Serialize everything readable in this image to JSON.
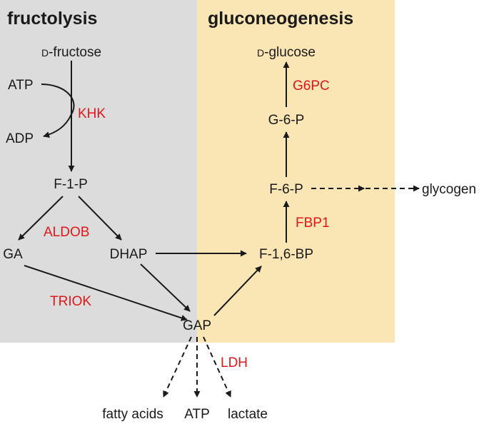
{
  "headings": {
    "fructolysis": "fructolysis",
    "gluconeogenesis": "gluconeogenesis"
  },
  "colors": {
    "fructolysis_bg": "#dcdcdc",
    "gluconeogenesis_bg": "#fae6b4",
    "enzyme": "#e0161b",
    "text": "#1a1a1a"
  },
  "metabolites": {
    "fructose_prefix": "D",
    "fructose_name": "-fructose",
    "glucose_prefix": "D",
    "glucose_name": "-glucose",
    "atp_in": "ATP",
    "adp": "ADP",
    "f1p": "F-1-P",
    "ga": "GA",
    "dhap": "DHAP",
    "gap": "GAP",
    "f16bp": "F-1,6-BP",
    "f6p": "F-6-P",
    "g6p": "G-6-P",
    "glycogen": "glycogen",
    "fatty_acids": "fatty acids",
    "atp_out": "ATP",
    "lactate": "lactate"
  },
  "enzymes": {
    "khk": "KHK",
    "aldob": "ALDOB",
    "triok": "TRIOK",
    "g6pc": "G6PC",
    "fbp1": "FBP1",
    "ldh": "LDH"
  }
}
